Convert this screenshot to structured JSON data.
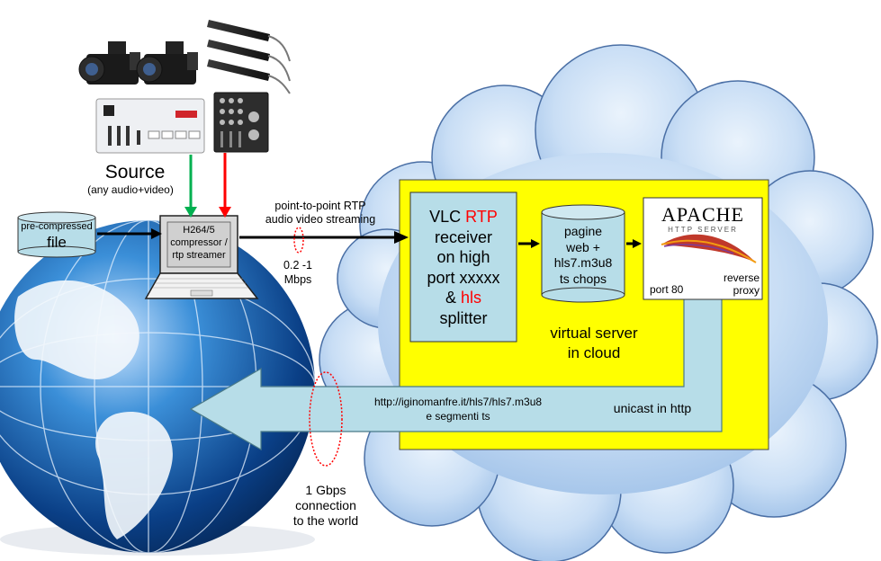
{
  "source": {
    "title": "Source",
    "subtitle": "(any audio+video)"
  },
  "file_box": {
    "line1": "pre-compressed",
    "line2": "file"
  },
  "laptop": {
    "line1": "H264/5",
    "line2": "compressor /",
    "line3": "rtp streamer"
  },
  "rtp_link": {
    "line1": "point-to-point RTP",
    "line2": "audio video streaming",
    "rate1": "0.2 -1",
    "rate2": "Mbps"
  },
  "vlc": {
    "l1a": "VLC ",
    "l1b": "RTP",
    "l2": "receiver",
    "l3": "on high",
    "l4": "port xxxxx",
    "l5a": "& ",
    "l5b": "hls",
    "l6": "splitter"
  },
  "storage": {
    "line1": "pagine",
    "line2": "web +",
    "line3": "hls7.m3u8",
    "line4": "ts chops"
  },
  "apache": {
    "logo": "APACHE",
    "logo_sub": "HTTP SERVER",
    "port": "port 80",
    "role1": "reverse",
    "role2": "proxy"
  },
  "cloud_label": {
    "line1": "virtual server",
    "line2": "in cloud"
  },
  "return_arrow": {
    "url": "http://iginomanfre.it/hls7/hls7.m3u8",
    "url2": "e segmenti ts",
    "protocol": "unicast in http"
  },
  "connection": {
    "line1": "1 Gbps",
    "line2": "connection",
    "line3": "to the world"
  },
  "colors": {
    "yellow": "#ffff00",
    "box_fill": "#b7dde8",
    "arrow_fill": "#b7dde8",
    "red_accent": "#ff0000",
    "green_arrow": "#00b050",
    "cloud": "#c5dcf5"
  }
}
